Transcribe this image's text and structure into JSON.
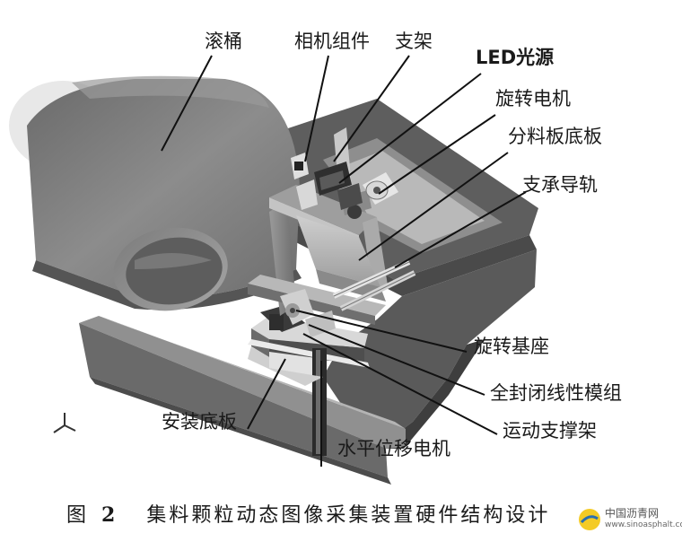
{
  "labels": {
    "drum": "滚桶",
    "camera_assembly": "相机组件",
    "bracket": "支架",
    "led_light": "LED光源",
    "rotary_motor": "旋转电机",
    "divider_base_plate": "分料板底板",
    "support_rail": "支承导轨",
    "rotary_base": "旋转基座",
    "linear_module": "全封闭线性模组",
    "motion_frame": "运动支撑架",
    "mounting_plate": "安装底板",
    "horizontal_motor": "水平位移电机"
  },
  "caption": {
    "figure_label": "图",
    "figure_number": "2",
    "text": "集料颗粒动态图像采集装置硬件结构设计"
  },
  "watermark": {
    "text": "中国沥青网",
    "url": "www.sinoasphalt.com"
  },
  "colors": {
    "metal_dark": "#5a5a5a",
    "metal_mid": "#8a8a8a",
    "metal_light": "#bdbdbd",
    "leader_line": "#111111"
  }
}
